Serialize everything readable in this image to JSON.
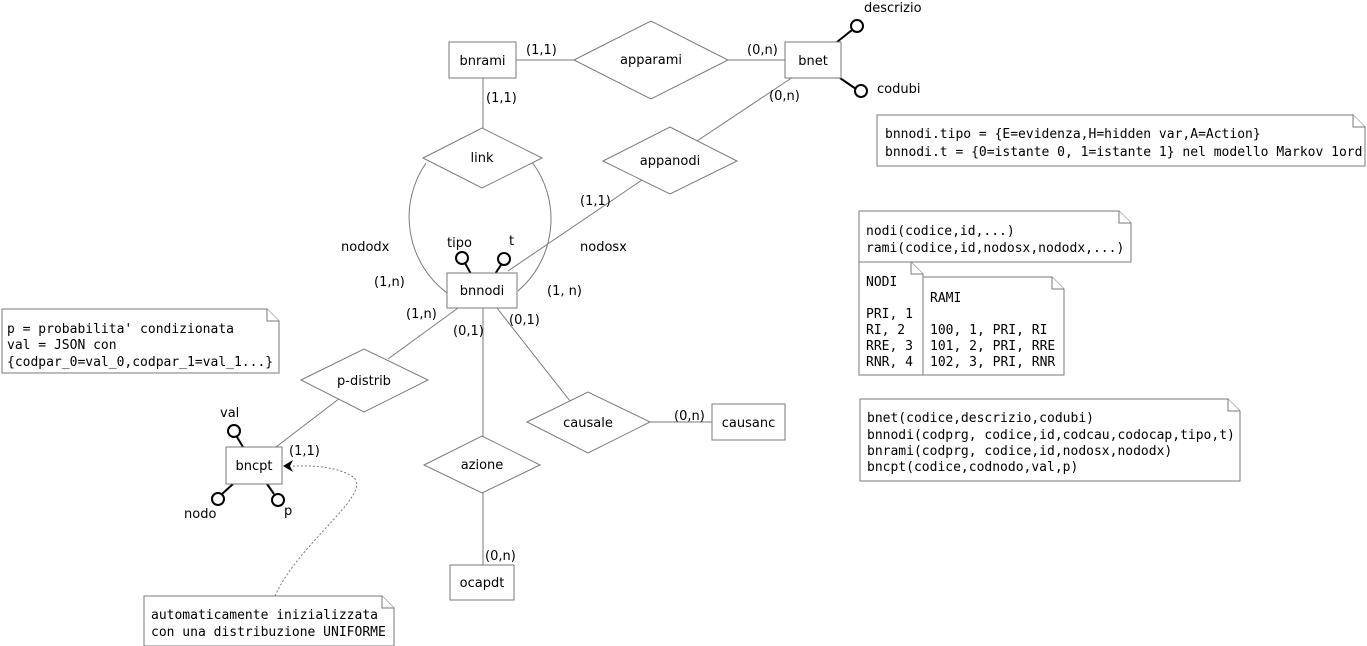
{
  "entities": {
    "bnrami": "bnrami",
    "bnet": "bnet",
    "bnnodi": "bnnodi",
    "bncpt": "bncpt",
    "causanc": "causanc",
    "ocapdt": "ocapdt"
  },
  "relationships": {
    "apparami": "apparami",
    "link": "link",
    "appanodi": "appanodi",
    "p_distrib": "p-distrib",
    "causale": "causale",
    "azione": "azione"
  },
  "attributes": {
    "descrizio": "descrizio",
    "codubi": "codubi",
    "tipo": "tipo",
    "t": "t",
    "val": "val",
    "nodo": "nodo",
    "p": "p"
  },
  "roles": {
    "nododx": "nododx",
    "nodosx": "nodosx"
  },
  "cardinalities": {
    "bnrami_apparami": "(1,1)",
    "bnet_apparami": "(0,n)",
    "bnrami_link": "(1,1)",
    "bnet_appanodi": "(0,n)",
    "bnnodi_appanodi": "(1,1)",
    "bnnodi_link_dx": "(1,n)",
    "bnnodi_link_sx": "(1, n)",
    "bnnodi_pdistrib": "(1,n)",
    "bnnodi_azione": "(0,1)",
    "bnnodi_causale": "(0,1)",
    "bncpt_pdistrib": "(1,1)",
    "causanc_causale": "(0,n)",
    "ocapdt_azione": "(0,n)"
  },
  "notes": {
    "tipo_note": [
      "bnnodi.tipo = {E=evidenza,H=hidden var,A=Action}",
      "bnnodi.t = {0=istante 0, 1=istante 1} nel modello Markov 1ord"
    ],
    "schema_generic": [
      "nodi(codice,id,...)",
      "rami(codice,id,nodosx,nododx,...)"
    ],
    "nodi_example": {
      "title": "NODI",
      "rows": [
        "PRI, 1",
        "RI, 2",
        "RRE, 3",
        "RNR, 4"
      ]
    },
    "rami_example": {
      "title": "RAMI",
      "rows": [
        "100, 1, PRI, RI",
        "101, 2, PRI, RRE",
        "102, 3, PRI, RNR"
      ]
    },
    "schema_tables": [
      "bnet(codice,descrizio,codubi)",
      "bnnodi(codprg, codice,id,codcau,codocap,tipo,t)",
      "bnrami(codprg, codice,id,nodosx,nododx)",
      "bncpt(codice,codnodo,val,p)"
    ],
    "cpt_note": [
      "p = probabilita' condizionata",
      "val = JSON con",
      "{codpar_0=val_0,codpar_1=val_1...}"
    ],
    "uniform_note": [
      "automaticamente inizializzata",
      "con una distribuzione UNIFORME"
    ]
  }
}
